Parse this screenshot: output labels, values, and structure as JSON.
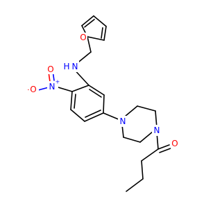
{
  "colors": {
    "carbon_bond": "#000000",
    "oxygen": "#ff0000",
    "nitrogen": "#0000ff",
    "background": "#ffffff"
  },
  "atoms": {
    "furan_o": "O",
    "amine_n": "N",
    "amine_h": "H",
    "nitro_n": "N",
    "nitro_n_charge": "+",
    "nitro_o_minus": "O",
    "nitro_o_minus_charge": "-",
    "nitro_o_double": "O",
    "piperazine_n1": "N",
    "piperazine_n2": "N",
    "carbonyl_o": "O"
  }
}
